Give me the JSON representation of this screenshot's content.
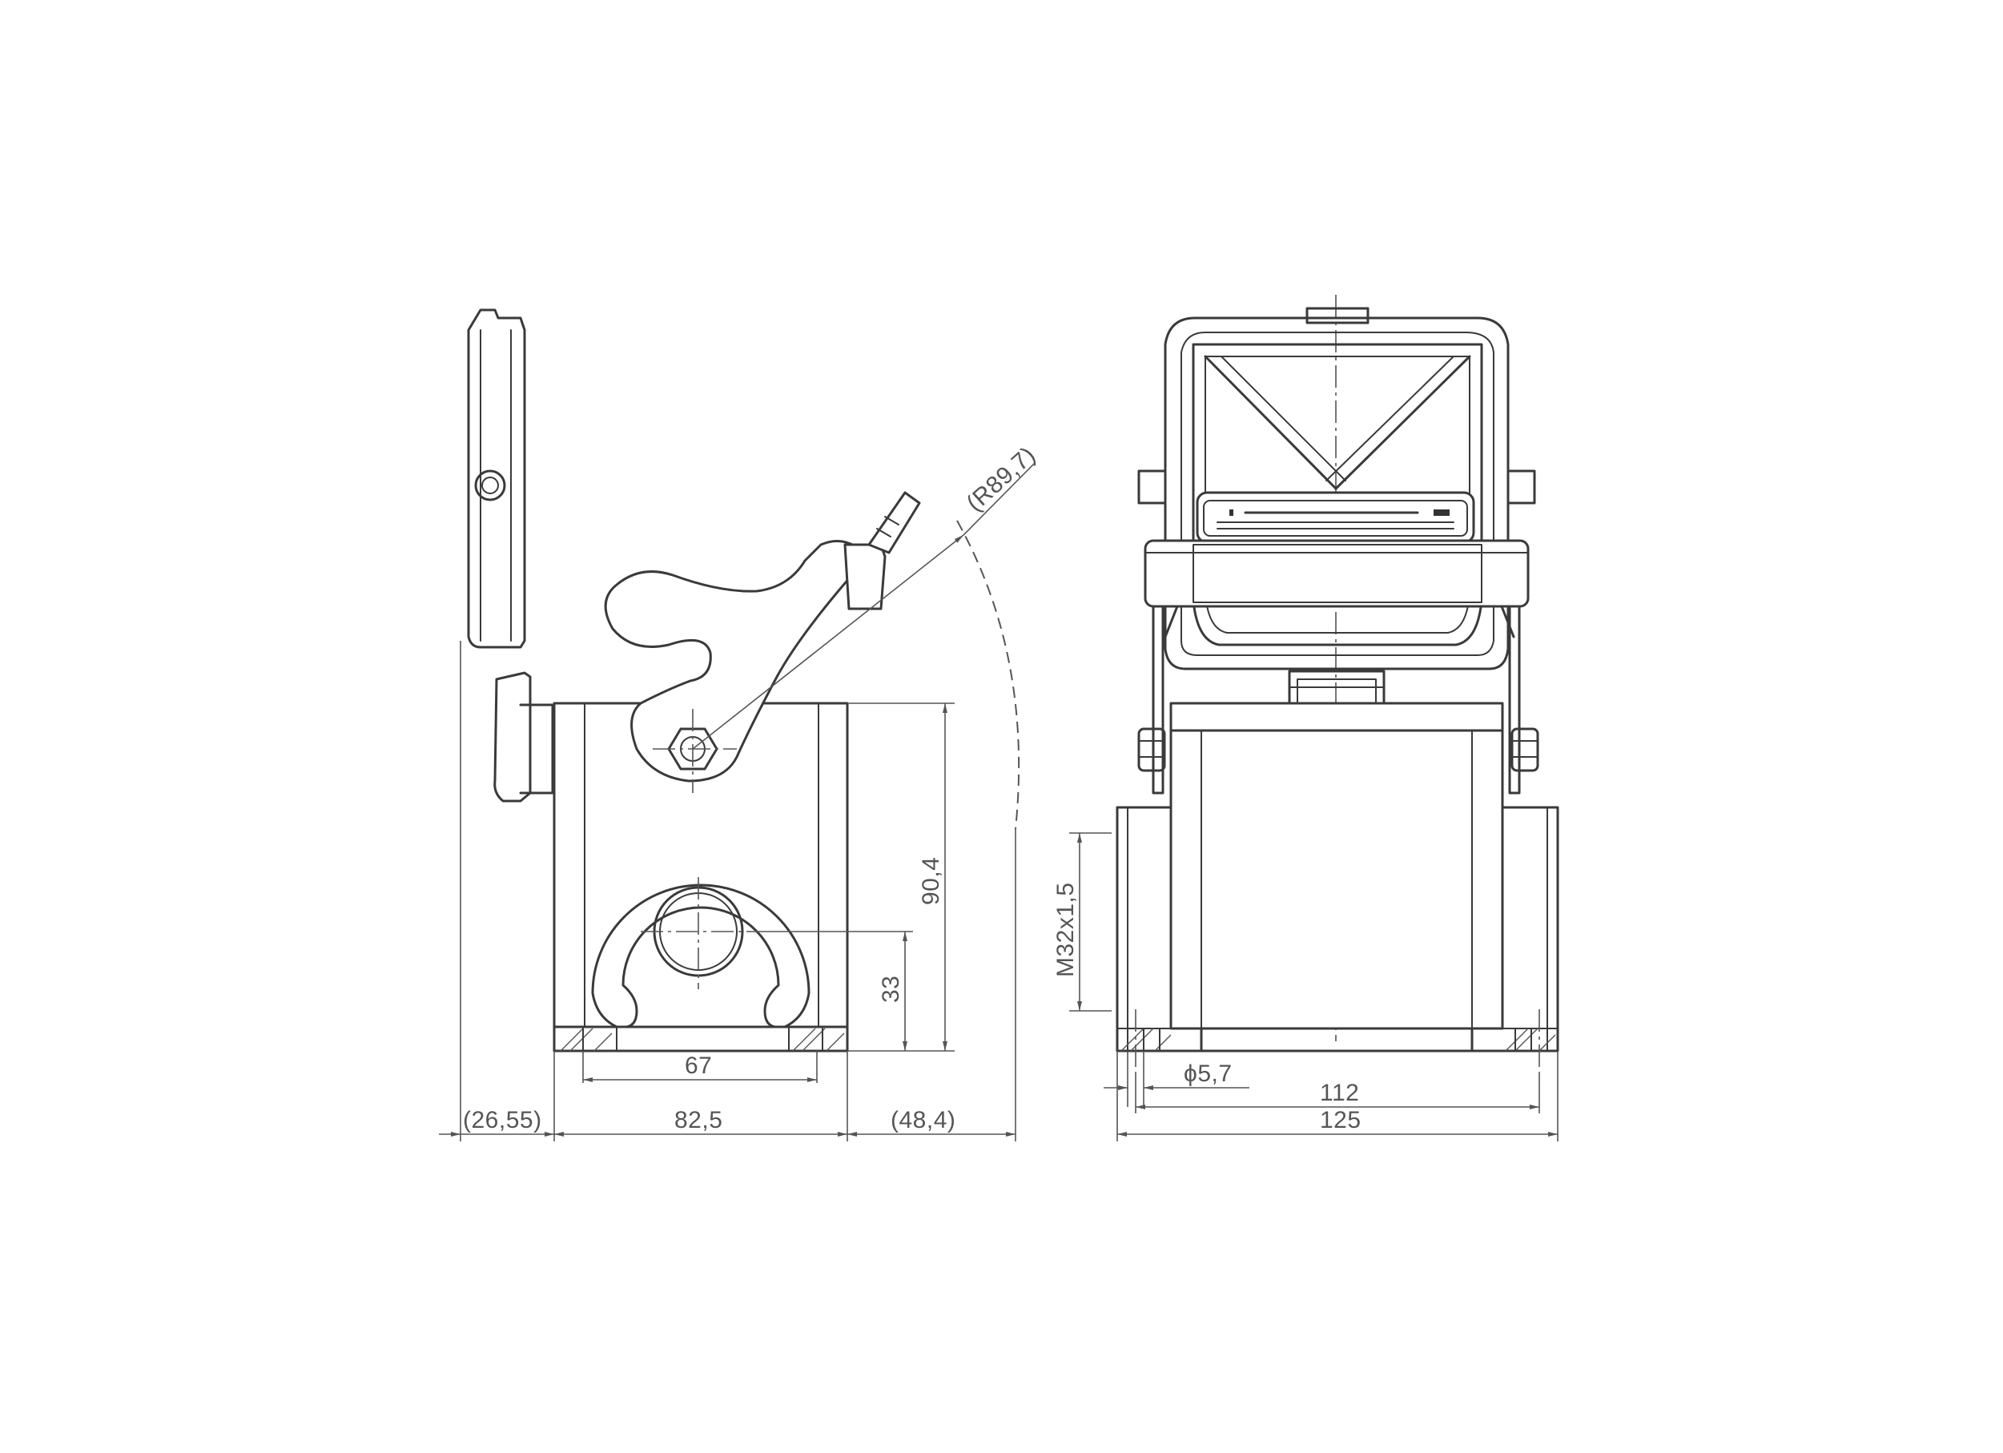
{
  "drawing": {
    "dimensions": {
      "radius": "R89,7",
      "height_total": "90,4",
      "height_entry": "33",
      "entry_spacing": "67",
      "thread": "M32x1,5",
      "hole_diameter": "5,7",
      "mount_spacing": "112",
      "width_total": "125",
      "lid_offset": "26,55",
      "body_width": "82,5",
      "lever_offset": "48,4"
    }
  }
}
